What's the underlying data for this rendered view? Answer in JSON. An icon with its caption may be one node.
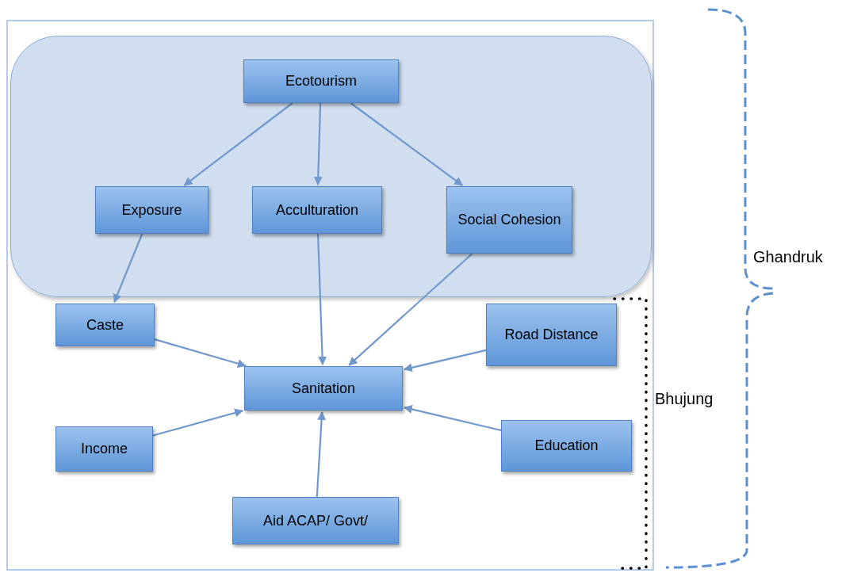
{
  "diagram": {
    "nodes": [
      {
        "text": [],
        "shape": "box"
      },
      {
        "text": [],
        "shape": "box",
        "in": 0
      },
      {
        "text": [
          "Ecotourism"
        ],
        "in": 1
      },
      {
        "text": [
          "Exposure"
        ],
        "in": 1
      },
      {
        "text": [
          "Acculturation"
        ],
        "in": 1
      },
      {
        "text": [
          "Social Cohesion"
        ],
        "in": 1
      },
      {
        "text": [
          "Caste"
        ],
        "in": 0
      },
      {
        "text": [
          "Road Distance"
        ],
        "in": 0
      },
      {
        "text": [
          "Sanitation"
        ],
        "in": 0
      },
      {
        "text": [
          "Income"
        ],
        "in": 0
      },
      {
        "text": [
          "Education"
        ],
        "in": 0
      },
      {
        "text": [
          "Aid ACAP/ Govt/"
        ],
        "in": 0
      }
    ],
    "edges": [
      {
        "from": 2,
        "to": 3,
        "arrow": "to"
      },
      {
        "from": 2,
        "to": 4,
        "arrow": "to"
      },
      {
        "from": 2,
        "to": 5,
        "arrow": "to"
      },
      {
        "from": 3,
        "to": 6,
        "arrow": "to"
      },
      {
        "from": 4,
        "to": 8,
        "arrow": "to"
      },
      {
        "from": 5,
        "to": 8,
        "arrow": "to"
      },
      {
        "from": 6,
        "to": 8,
        "arrow": "to"
      },
      {
        "from": 7,
        "to": 8,
        "arrow": "to"
      },
      {
        "from": 9,
        "to": 8,
        "arrow": "to"
      },
      {
        "from": 10,
        "to": 8,
        "arrow": "to"
      },
      {
        "from": 11,
        "to": 8,
        "arrow": "to"
      }
    ],
    "labels": [
      "Ghandruk",
      "Bhujung"
    ]
  }
}
